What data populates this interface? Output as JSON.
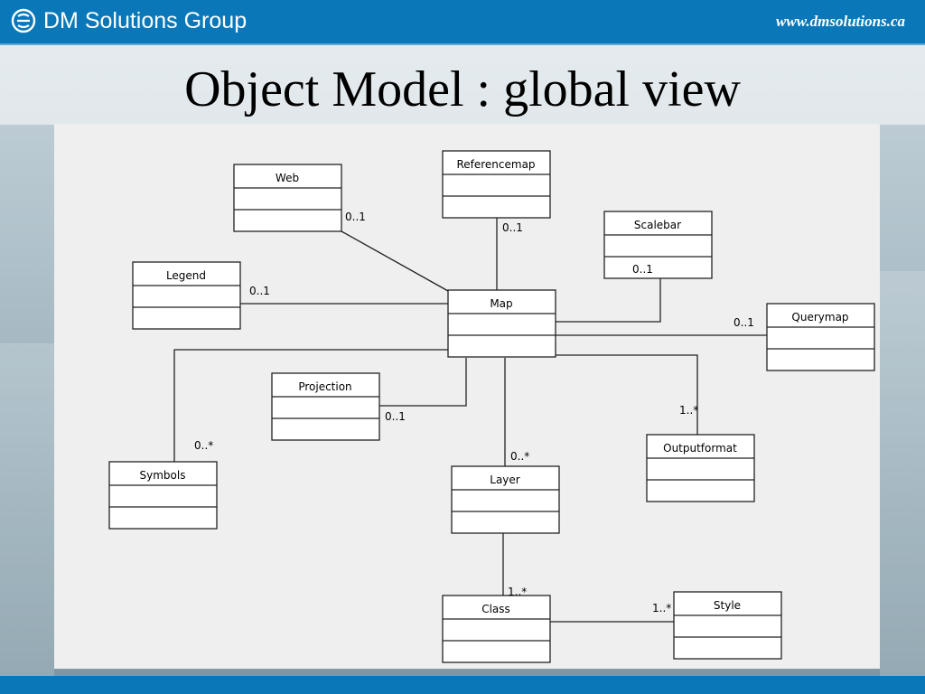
{
  "header": {
    "brand": "DM Solutions Group",
    "url": "www.dmsolutions.ca",
    "bar_color": "#0a78b8",
    "logo_icon": "globe-e-icon"
  },
  "slide": {
    "title": "Object Model : global view"
  },
  "diagram": {
    "classes": {
      "web": "Web",
      "referencemap": "Referencemap",
      "scalebar": "Scalebar",
      "legend": "Legend",
      "map": "Map",
      "querymap": "Querymap",
      "projection": "Projection",
      "outputformat": "Outputformat",
      "symbols": "Symbols",
      "layer": "Layer",
      "class": "Class",
      "style": "Style"
    },
    "multiplicities": {
      "web": "0..1",
      "referencemap": "0..1",
      "scalebar": "0..1",
      "legend": "0..1",
      "querymap": "0..1",
      "projection": "0..1",
      "outputformat": "1..*",
      "symbols": "0..*",
      "layer": "0..*",
      "class": "1..*",
      "style": "1..*"
    }
  }
}
